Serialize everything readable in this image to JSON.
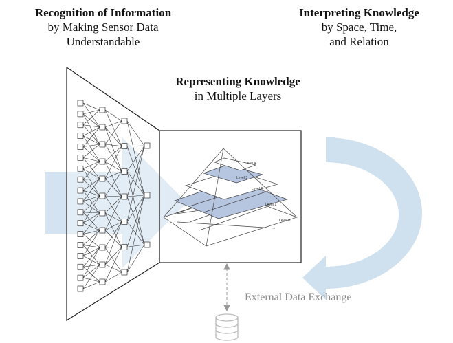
{
  "captions": {
    "left": {
      "title": "Recognition of Information",
      "line1": "by Making Sensor Data",
      "line2": "Understandable"
    },
    "right": {
      "title": "Interpreting Knowledge",
      "line1": "by Space, Time,",
      "line2": "and Relation"
    },
    "middle": {
      "title": "Representing Knowledge",
      "line1": "in Multiple Layers"
    }
  },
  "external_label": "External Data Exchange",
  "pyramid_levels": [
    "Level 4",
    "Level 3",
    "Level 2",
    "Level 1",
    "Level 0"
  ],
  "colors": {
    "arrow": "#cfe0ef",
    "highlight": "#b6c6e0",
    "line": "#222222",
    "dashed": "#999999",
    "db": "#bbbbbb"
  },
  "icons": [
    "database-icon",
    "dashed-arrow-icon",
    "circular-arrow-icon",
    "right-arrow-icon"
  ]
}
